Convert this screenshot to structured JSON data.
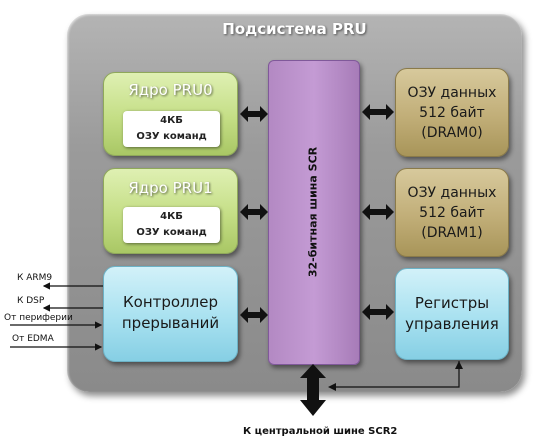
{
  "subsystem_title": "Подсистема PRU",
  "core0": {
    "title": "Ядро PRU0",
    "mem_line1": "4КБ",
    "mem_line2": "ОЗУ команд"
  },
  "core1": {
    "title": "Ядро PRU1",
    "mem_line1": "4КБ",
    "mem_line2": "ОЗУ команд"
  },
  "interrupt_controller": {
    "line1": "Контроллер",
    "line2": "прерываний"
  },
  "bus_label": "32-битная шина SCR",
  "dram0": {
    "line1": "ОЗУ данных",
    "line2": "512 байт",
    "line3": "(DRAM0)"
  },
  "dram1": {
    "line1": "ОЗУ данных",
    "line2": "512 байт",
    "line3": "(DRAM1)"
  },
  "control_registers": {
    "line1": "Регистры",
    "line2": "управления"
  },
  "external_signals": {
    "to_arm9": "К ARM9",
    "to_dsp": "К DSP",
    "from_periphery": "От периферии",
    "from_edma": "От EDMA"
  },
  "bottom_label": "К центральной шине SCR2",
  "colors": {
    "panel": "#9b9b9b",
    "core": "#c4de85",
    "dram": "#c1ae78",
    "interrupt": "#a8e1f0",
    "bus": "#c49bd4"
  }
}
